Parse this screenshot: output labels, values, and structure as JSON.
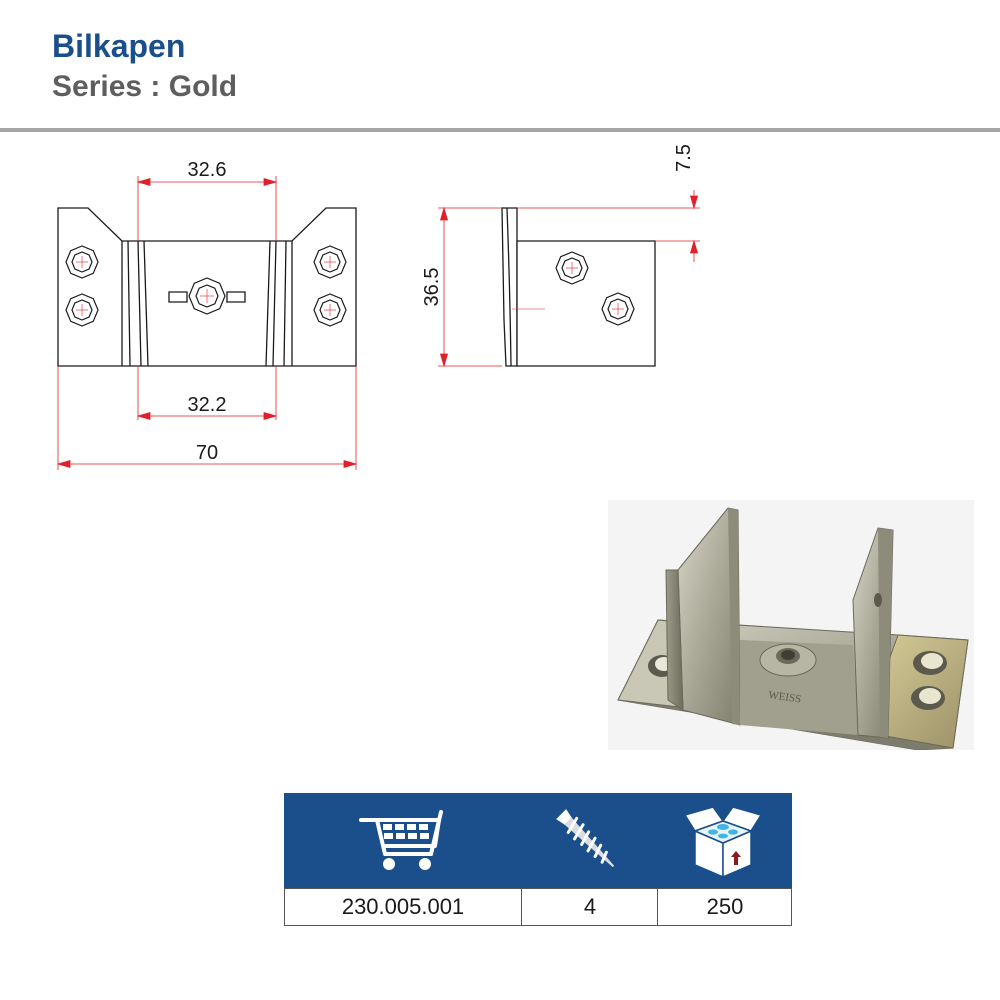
{
  "header": {
    "title": "Bilkapen",
    "subtitle": "Series : Gold"
  },
  "drawing": {
    "dimensions": {
      "top_inner_width": "32.6",
      "bottom_inner_width": "32.2",
      "overall_width": "70",
      "height": "36.5",
      "flange": "7.5"
    }
  },
  "photo": {
    "stamp_text": "WEISS"
  },
  "info_table": {
    "icons": [
      "shopping-cart-icon",
      "screw-icon",
      "box-icon"
    ],
    "article_number": "230.005.001",
    "screws": "4",
    "package_quantity": "250"
  },
  "colors": {
    "brand_blue": "#1a4f8b",
    "subtitle_gray": "#5e5e5e",
    "rule_gray": "#a6a6a6",
    "dimension_red": "#e0202a"
  }
}
